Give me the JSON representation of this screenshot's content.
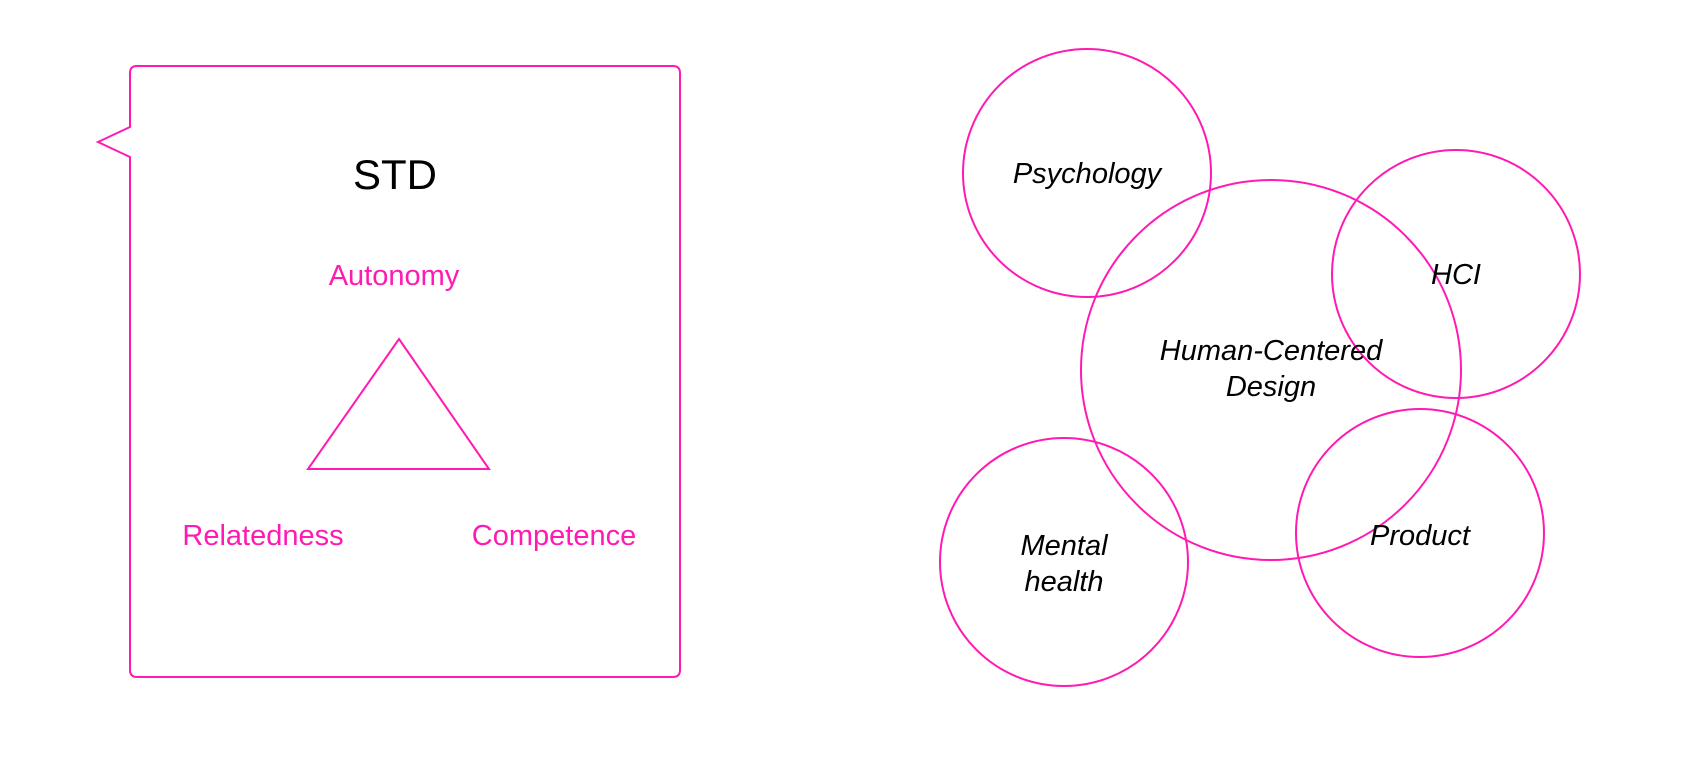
{
  "colors": {
    "accent": "#ff1ab3",
    "text": "#000000",
    "background": "#ffffff"
  },
  "sdt_panel": {
    "title": "STD",
    "labels": {
      "top": "Autonomy",
      "bottom_left": "Relatedness",
      "bottom_right": "Competence"
    }
  },
  "venn": {
    "center_line1": "Human-Centered",
    "center_line2": "Design",
    "psychology": "Psychology",
    "hci": "HCI",
    "mental_line1": "Mental",
    "mental_line2": "health",
    "product": "Product"
  }
}
